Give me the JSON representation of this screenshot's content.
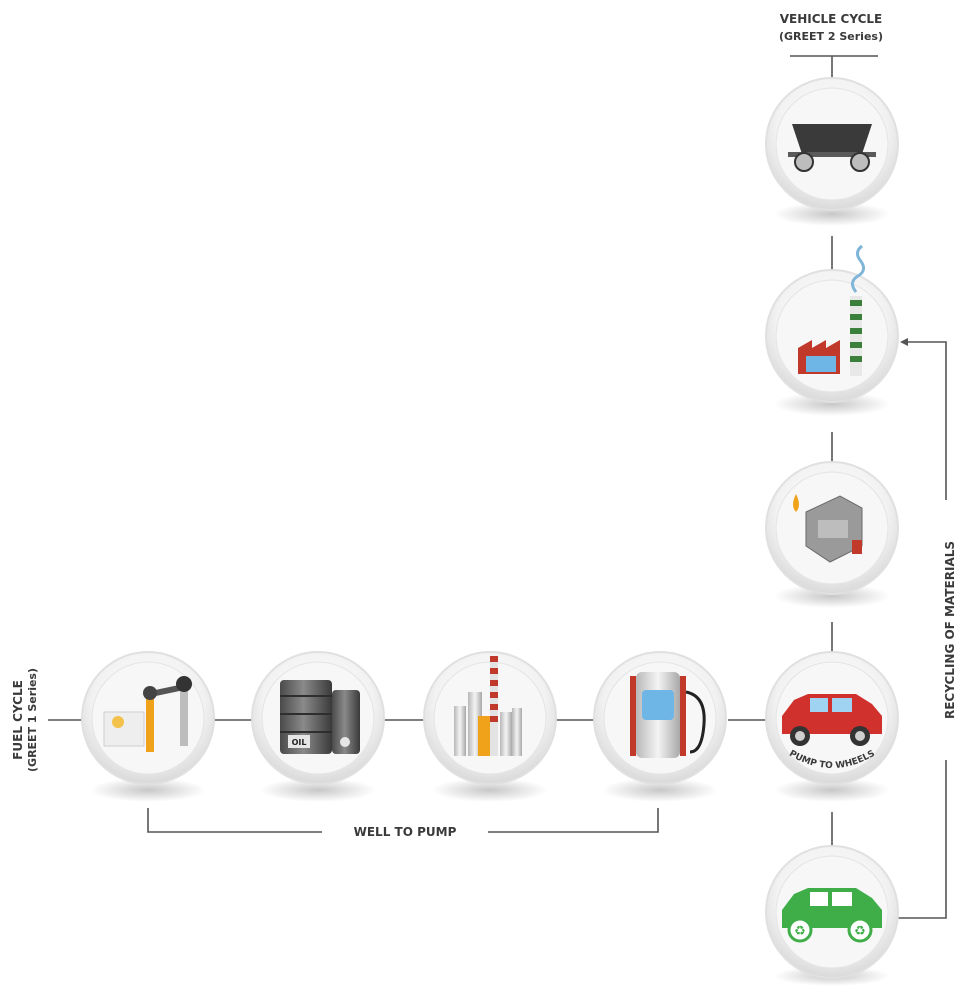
{
  "labels": {
    "vehicle_cycle_title": "VEHICLE CYCLE",
    "vehicle_cycle_sub": "(GREET 2 Series)",
    "fuel_cycle_title": "FUEL CYCLE",
    "fuel_cycle_sub": "(GREET 1 Series)",
    "well_to_pump": "WELL TO PUMP",
    "pump_to_wheels": "PUMP TO WHEELS",
    "recycling": "RECYCLING OF MATERIALS",
    "oil_barrel": "OIL"
  },
  "nodes": {
    "fuel_row": [
      "oil-well-pump",
      "oil-barrels",
      "refinery",
      "fuel-pump",
      "car"
    ],
    "vehicle_column": [
      "ore-mine-cart",
      "factory",
      "engine-assembly",
      "car",
      "recycled-car"
    ]
  },
  "colors": {
    "line": "#555555",
    "text": "#3a3a3a",
    "car_red": "#d0312d",
    "recycle_green": "#3fae49",
    "factory_red": "#c0392b"
  }
}
